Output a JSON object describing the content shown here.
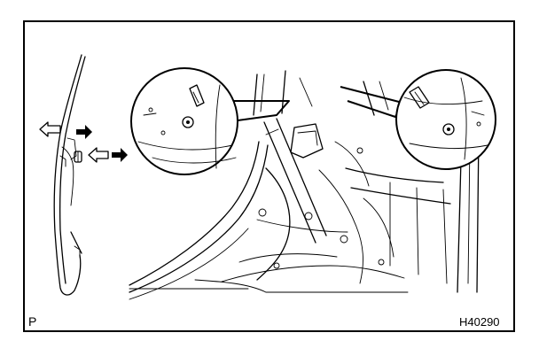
{
  "figure": {
    "corner_label": "P",
    "figure_id": "H40290",
    "arrow_icons": [
      "outline-arrow-left",
      "solid-arrow-right",
      "outline-arrow-left",
      "solid-arrow-right"
    ]
  }
}
